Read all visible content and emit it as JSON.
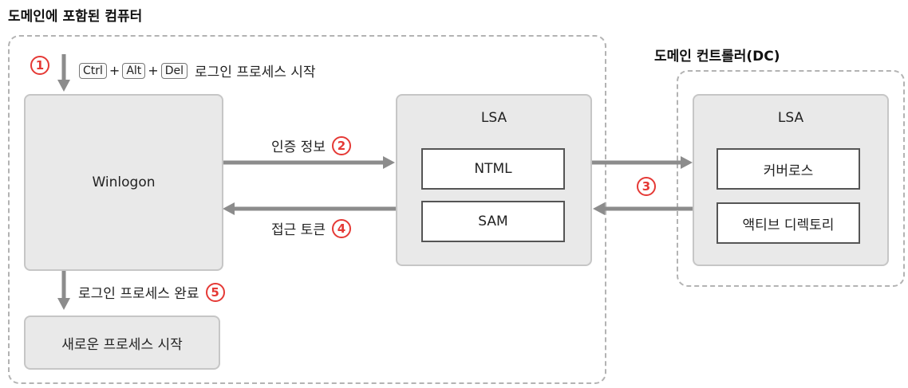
{
  "titles": {
    "domain_computer": "도메인에 포함된 컴퓨터",
    "domain_controller": "도메인 컨트롤러(DC)"
  },
  "step1": {
    "number": "1",
    "keys": [
      "Ctrl",
      "Alt",
      "Del"
    ],
    "plus": "+",
    "text": "로그인 프로세스 시작"
  },
  "boxes": {
    "winlogon": "Winlogon",
    "lsa_local": "LSA",
    "ntml": "NTML",
    "sam": "SAM",
    "lsa_dc": "LSA",
    "kerberos": "커버로스",
    "active_directory": "액티브 디렉토리",
    "new_process": "새로운 프로세스 시작"
  },
  "arrows": {
    "auth_info": "인증 정보",
    "auth_num": "2",
    "access_token": "접근 토큰",
    "token_num": "4",
    "dc_num": "3",
    "login_done": "로그인 프로세스 완료",
    "done_num": "5"
  }
}
